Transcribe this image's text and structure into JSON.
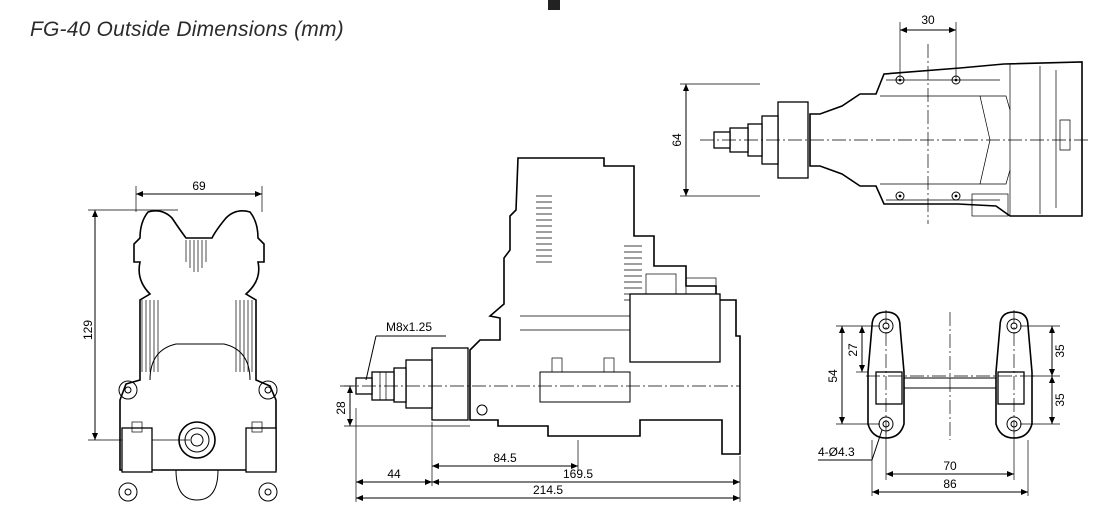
{
  "title": "FG-40 Outside Dimensions (mm)",
  "front_view": {
    "width_label": "69",
    "height_label": "129"
  },
  "side_view": {
    "thread_label": "M8x1.25",
    "shaft_height_label": "28",
    "dim_a_label": "44",
    "dim_b_label": "84.5",
    "dim_c_label": "169.5",
    "dim_total_label": "214.5"
  },
  "top_view": {
    "spacing_label": "30",
    "width_label": "64"
  },
  "mount_view": {
    "label_54": "54",
    "label_27": "27",
    "label_35_top": "35",
    "label_35_bottom": "35",
    "holes_label": "4-Ø4.3",
    "label_70": "70",
    "label_86": "86"
  }
}
